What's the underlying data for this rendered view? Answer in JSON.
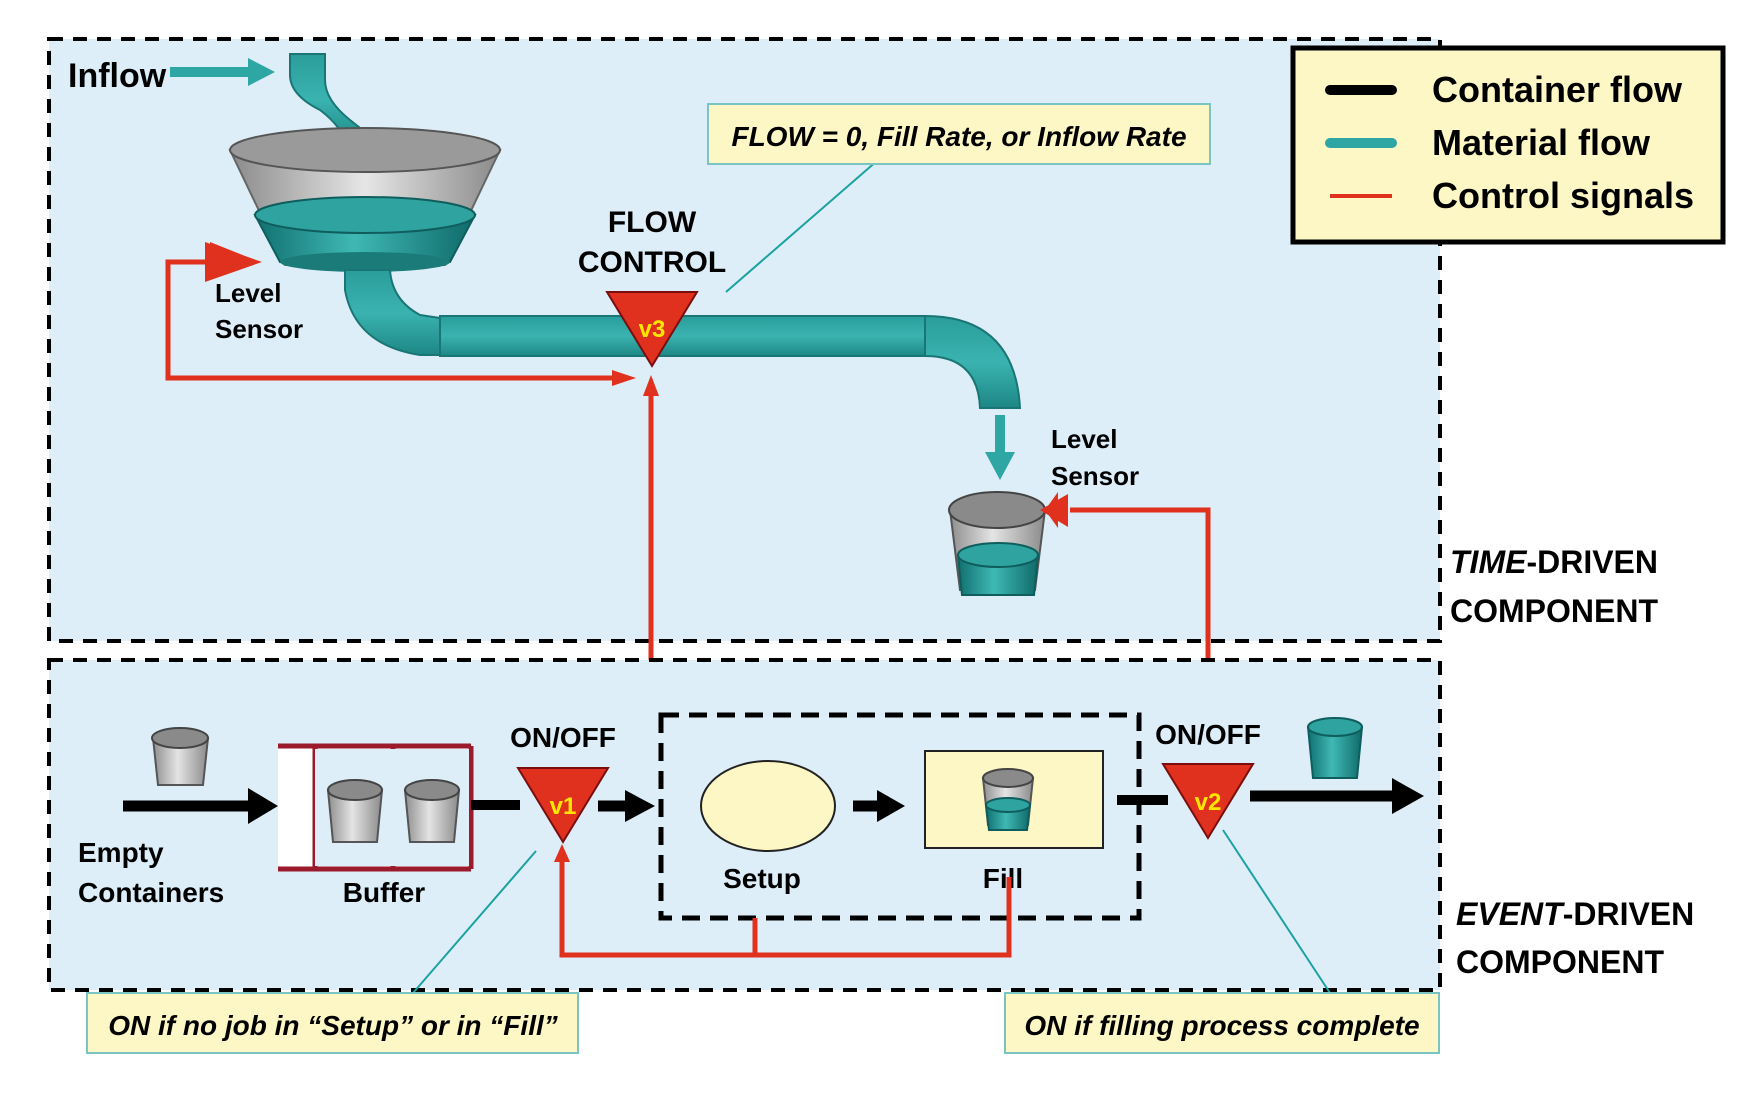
{
  "legend": {
    "items": [
      {
        "label": "Container flow",
        "color": "#000000"
      },
      {
        "label": "Material flow",
        "color": "#2ea6a4"
      },
      {
        "label": "Control signals",
        "color": "#e0301e"
      }
    ]
  },
  "time_section": {
    "inflow_label": "Inflow",
    "level_sensor_line1": "Level",
    "level_sensor_line2": "Sensor",
    "flow_control_line1": "FLOW",
    "flow_control_line2": "CONTROL",
    "valve_label": "v3",
    "callout": "FLOW = 0, Fill Rate, or Inflow Rate",
    "sensor2_line1": "Level",
    "sensor2_line2": "Sensor",
    "component_line1_italic": "TIME",
    "component_line1_rest": "-DRIVEN",
    "component_line2": "COMPONENT"
  },
  "event_section": {
    "empty_line1": "Empty",
    "empty_line2": "Containers",
    "buffer_label": "Buffer",
    "v1_onoff": "ON/OFF",
    "v1_label": "v1",
    "setup_label": "Setup",
    "fill_label": "Fill",
    "v2_onoff": "ON/OFF",
    "v2_label": "v2",
    "callout_left": "ON if no job in “Setup” or in “Fill”",
    "callout_right": "ON if filling process complete",
    "component_line1_italic": "EVENT",
    "component_line1_rest": "-DRIVEN",
    "component_line2": "COMPONENT"
  },
  "colors": {
    "panel_bg": "#ddeef8",
    "material": "#2ea6a4",
    "control": "#e0301e",
    "callout_bg": "#fdf7c6",
    "buffer_frame": "#9b1b2c"
  }
}
